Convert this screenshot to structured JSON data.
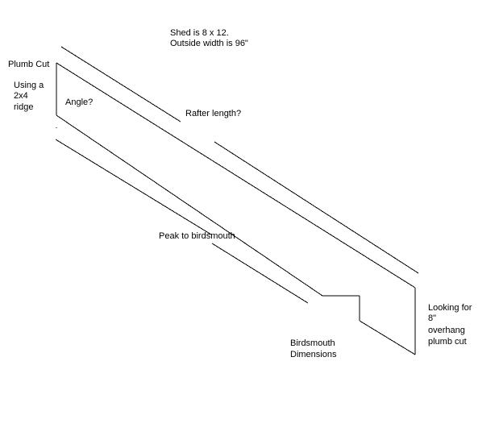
{
  "notes": {
    "shed_line1": "Shed is 8 x 12.",
    "shed_line2": "Outside width is 96\"",
    "plumb_cut": "Plumb Cut",
    "ridge_line1": "Using a",
    "ridge_line2": "2x4",
    "ridge_line3": "ridge",
    "angle": "Angle?",
    "rafter_length": "Rafter length?",
    "peak_to_birdsmouth": "Peak to birdsmouth",
    "birdsmouth_line1": "Birdsmouth",
    "birdsmouth_line2": "Dimensions",
    "overhang_line1": "Looking for",
    "overhang_line2": "8\"",
    "overhang_line3": "overhang",
    "overhang_line4": "plumb cut"
  },
  "colors": {
    "background": "#ffffff",
    "ink": "#000000"
  }
}
